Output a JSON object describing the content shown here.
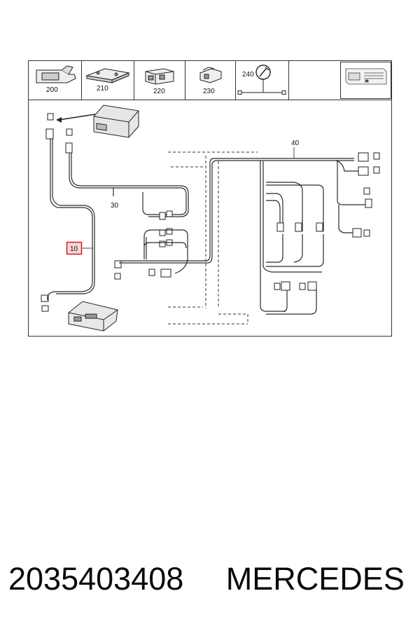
{
  "thumbnails": [
    {
      "id": "thumb-200",
      "label": "200"
    },
    {
      "id": "thumb-210",
      "label": "210"
    },
    {
      "id": "thumb-220",
      "label": "220"
    },
    {
      "id": "thumb-230",
      "label": "230"
    },
    {
      "id": "thumb-240",
      "label": "240"
    }
  ],
  "callouts": {
    "harness_10": "10",
    "harness_30": "30",
    "harness_40": "40"
  },
  "caption": {
    "part_number": "2035403408",
    "brand": "MERCEDES"
  },
  "colors": {
    "line": "#2a2a2a",
    "highlight": "#d0202a",
    "highlight_fill": "#f4d4d4",
    "frame": "#333333"
  },
  "icons": [
    "wrench-icon",
    "connector-icon",
    "control-module-icon",
    "cd-changer-icon"
  ]
}
